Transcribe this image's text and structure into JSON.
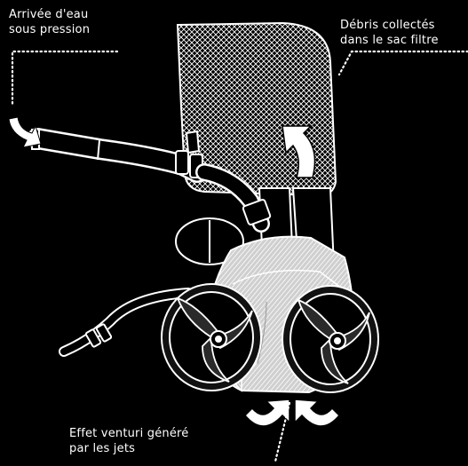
{
  "labels": {
    "water_inlet": {
      "line1": "Arrivée d'eau",
      "line2": "sous pression"
    },
    "debris": {
      "line1": "Débris collectés",
      "line2": "dans le sac filtre"
    },
    "venturi": {
      "line1": "Effet venturi généré",
      "line2": "par les jets"
    }
  },
  "colors": {
    "background": "#000000",
    "ink": "#ffffff"
  },
  "icons": [
    "curved-arrow-icon",
    "rotation-arrow-icon"
  ]
}
